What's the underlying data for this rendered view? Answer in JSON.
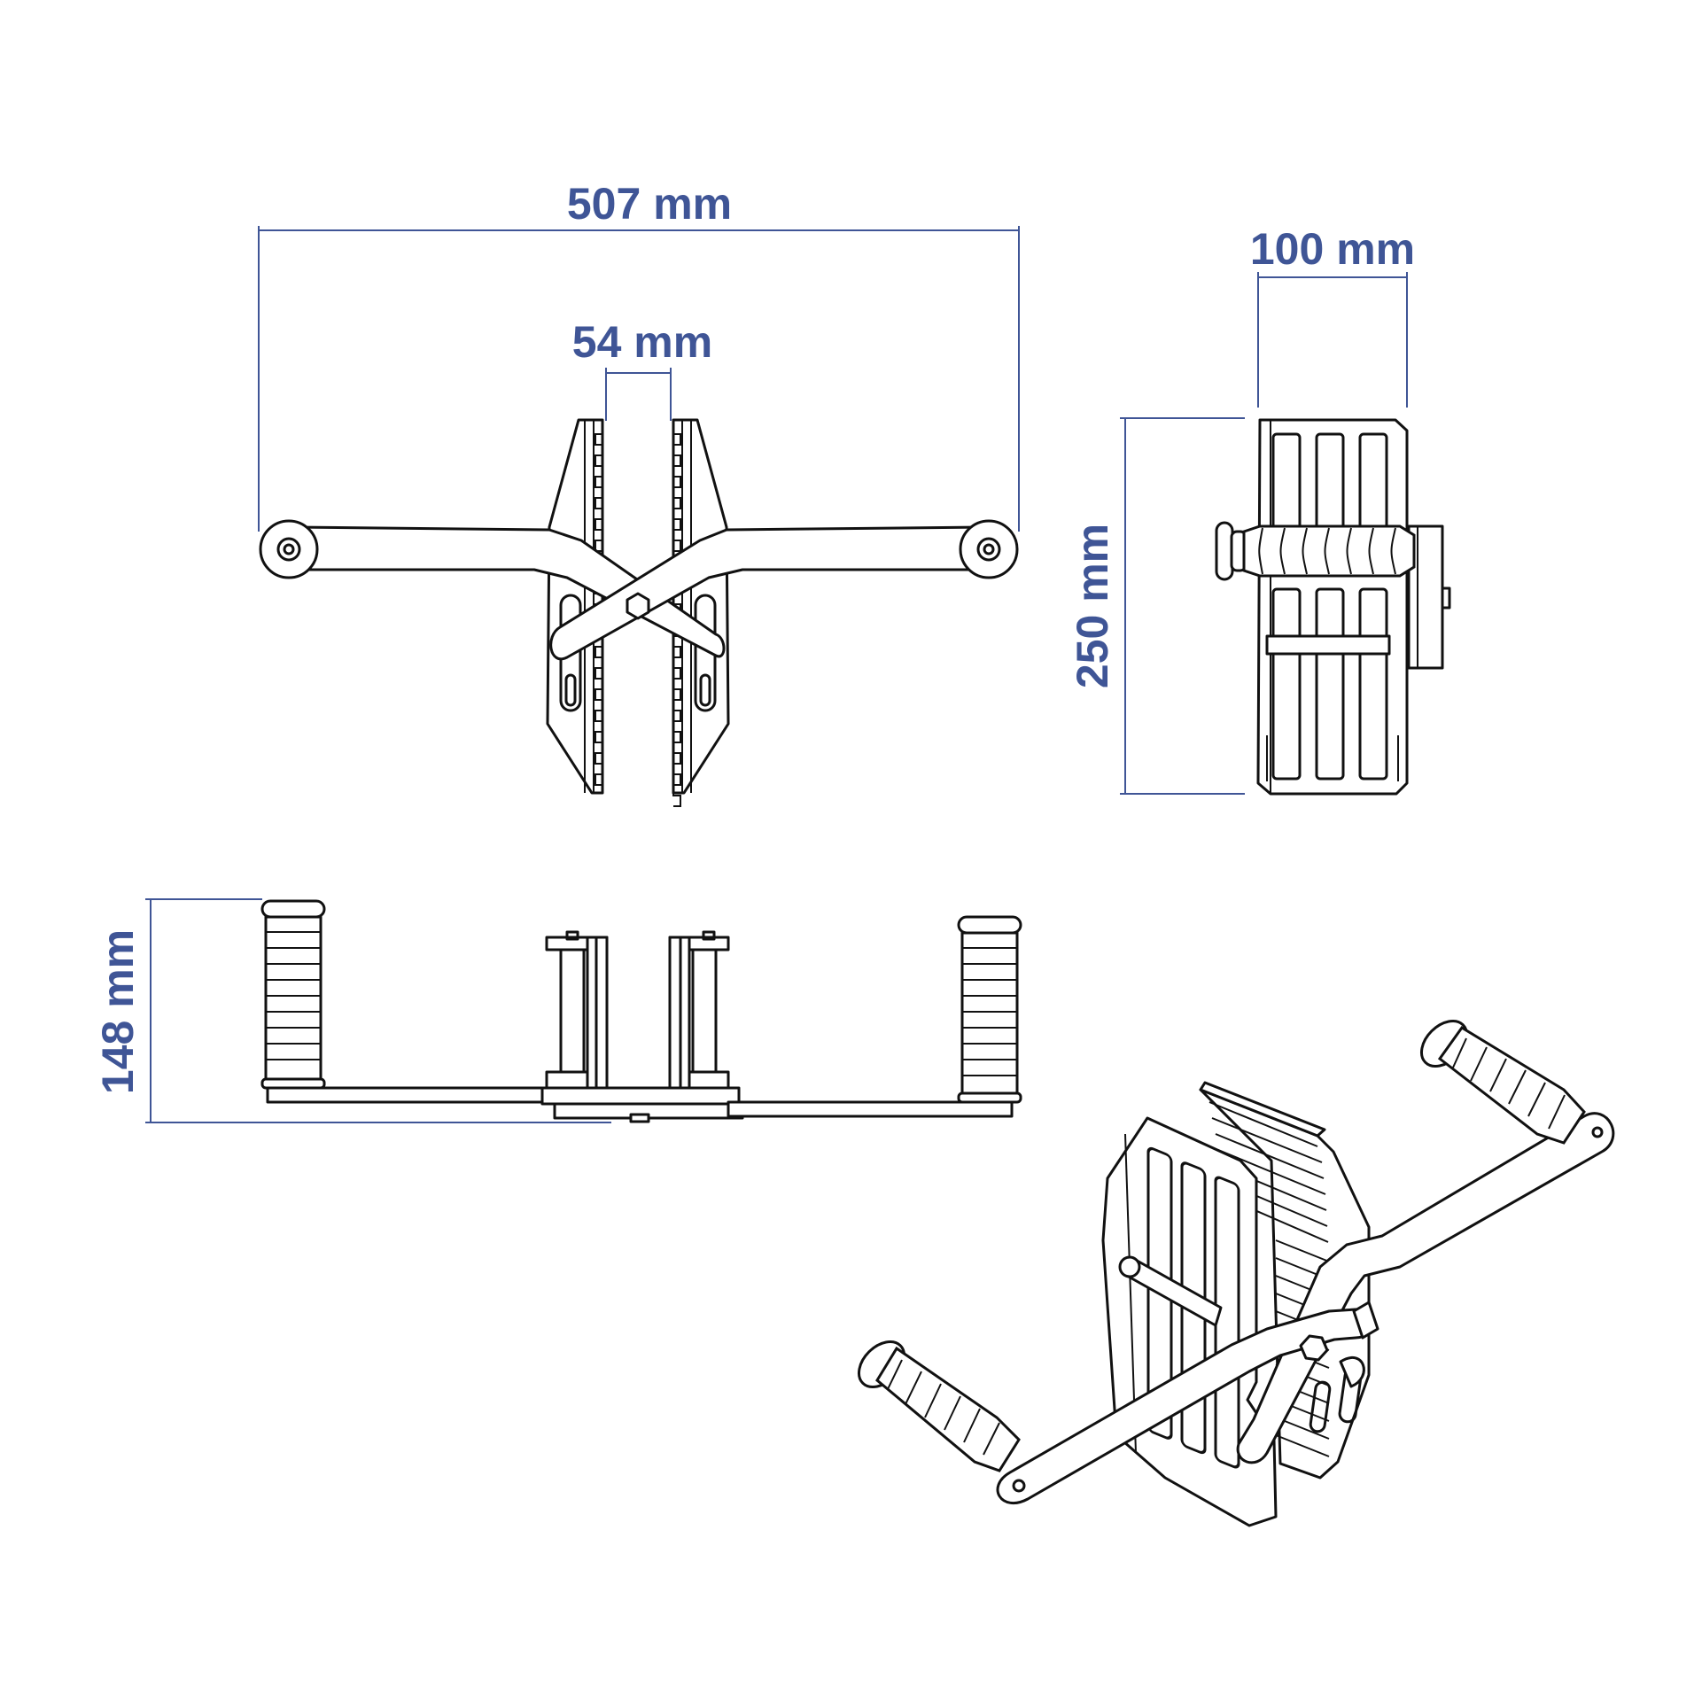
{
  "dimensions": {
    "overall_width": "507 mm",
    "jaw_gap": "54 mm",
    "side_width": "100 mm",
    "side_height": "250 mm",
    "front_height": "148 mm"
  },
  "colors": {
    "dimension": "#3f5596",
    "outline": "#111111",
    "background": "#ffffff"
  }
}
